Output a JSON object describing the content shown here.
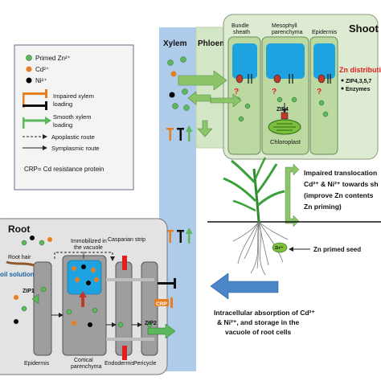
{
  "legend": {
    "primed_zn": "Primed Zn²⁺",
    "cd": "Cd²⁺",
    "ni": "Ni²⁺",
    "impaired_1": "Impaired xylem",
    "impaired_2": "loading",
    "smooth_1": "Smooth xylem",
    "smooth_2": "loading",
    "apoplastic": "Apoplastic route",
    "symplasmic": "Symplasmic route",
    "crp_note": "CRP= Cd resistance protein"
  },
  "tissues": {
    "xylem": "Xylem",
    "phloem": "Phloem"
  },
  "shoot": {
    "title": "Shoot",
    "bundle_1": "Bundle",
    "bundle_2": "sheath",
    "meso_1": "Mesophyll",
    "meso_2": "parenchyma",
    "epidermis": "Epidermis",
    "zip4": "ZIP4",
    "chloroplast": "Chloroplast",
    "q1": "?",
    "q2": "?",
    "q3": "?",
    "zn_dist_title": "Zn distribution",
    "zn_dist_item1": "ZIP4,3,5,7",
    "zn_dist_item2": "Enzymes"
  },
  "impaired_box": {
    "line1": "Impaired translocation",
    "line2": "Cd²⁺ & Ni²⁺ towards sh",
    "line3": "(improve Zn contents",
    "line4": "Zn priming)"
  },
  "plant": {
    "seed_label": "Zn primed seed",
    "seed_tag": "Zn²⁺"
  },
  "intracellular": {
    "line1": "Intracellular absorption of Cd²⁺",
    "line2": "& Ni²⁺, and storage in the",
    "line3": "vacuole of root cells"
  },
  "root": {
    "title": "Root",
    "root_hair": "Root hair",
    "soil_solution": "oil solution",
    "zip1": "ZIP1",
    "zip2": "ZIP2",
    "crp": "CRP",
    "immobilized_1": "Immobilized in",
    "immobilized_2": "the vacuole",
    "casparian": "Casparian strip",
    "epidermis": "Epidermis",
    "cortical_1": "Cortical",
    "cortical_2": "parenchyma",
    "endodermis": "Endodermis",
    "pericycle": "Pericycle"
  },
  "colors": {
    "zn": "#5cb85c",
    "cd": "#e67e22",
    "ni": "#000000",
    "impaired": "#e67e22",
    "smooth": "#1a1a1a",
    "xylem_band": "#aecbea",
    "shoot_panel": "#ddebd2",
    "cell_fill": "#bcd9a2",
    "vacuole": "#1fa3e0",
    "root_panel": "#e3e3e3",
    "root_cell": "#9e9e9e",
    "big_arrow_green": "#8cc46a",
    "big_arrow_blue": "#4a86c8",
    "strip_red": "#e02020"
  }
}
